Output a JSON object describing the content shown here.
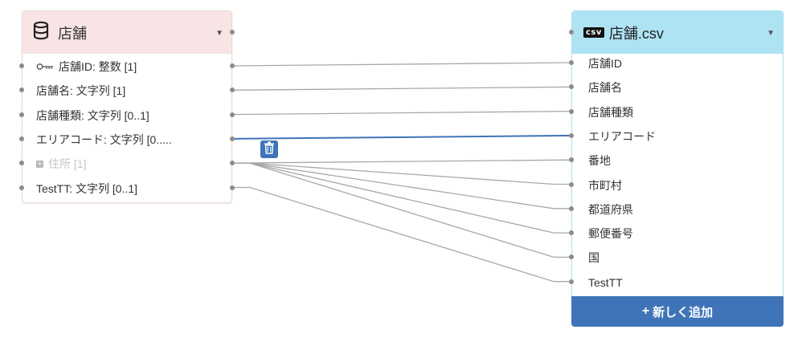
{
  "entity": {
    "title": "店舗",
    "icon": "database-icon",
    "rows": [
      {
        "label": "店舗ID: 整数 [1]",
        "key": true,
        "disabled": false
      },
      {
        "label": "店舗名: 文字列 [1]",
        "key": false,
        "disabled": false
      },
      {
        "label": "店舗種類: 文字列 [0..1]",
        "key": false,
        "disabled": false
      },
      {
        "label": "エリアコード: 文字列 [0.....",
        "key": false,
        "disabled": false
      },
      {
        "label": "住所 [1]",
        "key": false,
        "disabled": true,
        "expandable": true
      },
      {
        "label": "TestTT: 文字列 [0..1]",
        "key": false,
        "disabled": false
      }
    ]
  },
  "csv": {
    "badge": "csv",
    "title": "店舗.csv",
    "columns": [
      "店舗ID",
      "店舗名",
      "店舗種類",
      "エリアコード",
      "番地",
      "市町村",
      "都道府県",
      "郵便番号",
      "国",
      "TestTT"
    ],
    "add_label": "新しく追加",
    "add_plus": "+"
  },
  "mappings": [
    {
      "from": 0,
      "to": 0
    },
    {
      "from": 1,
      "to": 1
    },
    {
      "from": 2,
      "to": 2
    },
    {
      "from": 3,
      "to": 3,
      "selected": true
    },
    {
      "from": 4,
      "to": 4
    },
    {
      "from": 4,
      "to": 5
    },
    {
      "from": 4,
      "to": 6
    },
    {
      "from": 4,
      "to": 7
    },
    {
      "from": 4,
      "to": 8
    },
    {
      "from": 5,
      "to": 9
    }
  ],
  "colors": {
    "wire": "#a8a8a8",
    "wire_selected": "#3f74b8",
    "entity_header": "#f8e4e5",
    "csv_header": "#aee3f3",
    "accent": "#3f74b8"
  }
}
